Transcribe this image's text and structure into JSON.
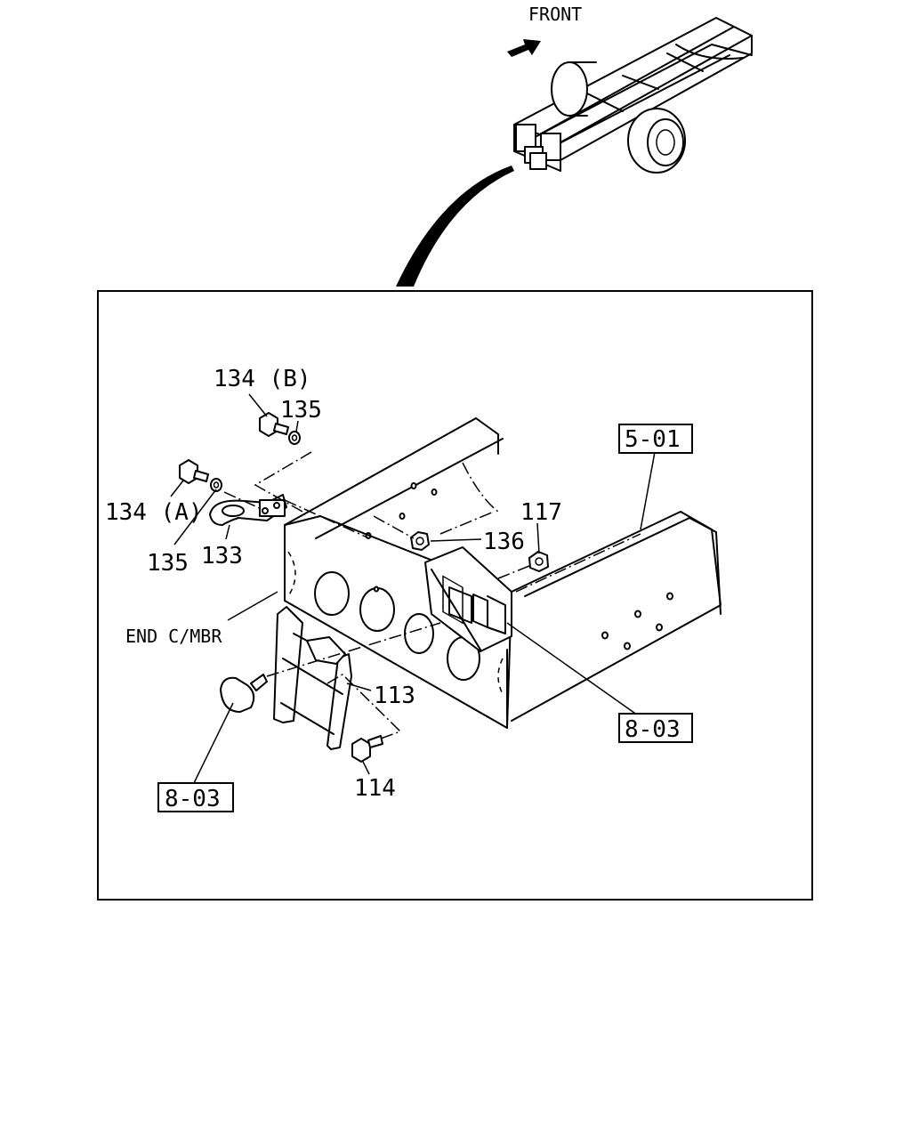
{
  "orientation": {
    "front_label": "FRONT"
  },
  "callouts": {
    "p134b": "134 (B)",
    "p135_upper": "135",
    "p134a": "134 (A)",
    "p135_lower": "135",
    "p133": "133",
    "p136": "136",
    "p117": "117",
    "p113": "113",
    "p114": "114",
    "end_member": "END C/MBR"
  },
  "references": {
    "frame": "5-01",
    "lamp_right": "8-03",
    "lamp_left": "8-03"
  }
}
